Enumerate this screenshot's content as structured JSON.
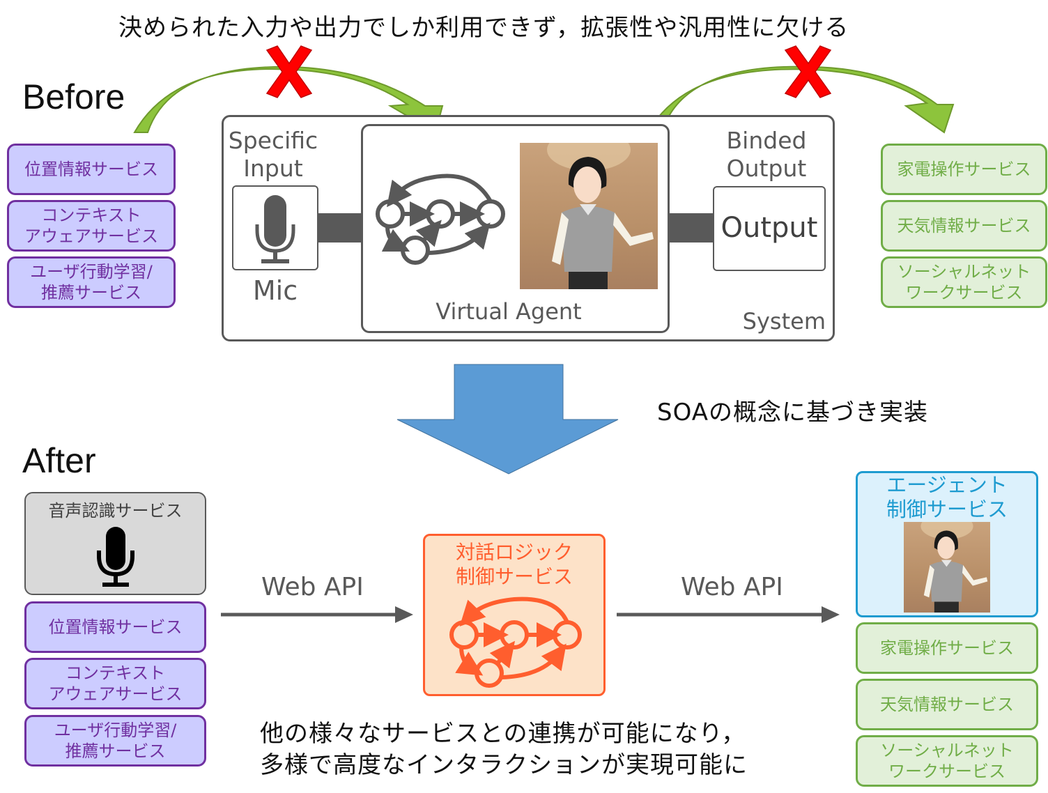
{
  "top_caption": "決められた入力や出力でしか利用できず，拡張性や汎用性に欠ける",
  "before": {
    "title": "Before",
    "input_services": [
      {
        "label": "位置情報サービス"
      },
      {
        "label": "コンテキスト\nアウェアサービス"
      },
      {
        "label": "ユーザ行動学習/\n推薦サービス"
      }
    ],
    "output_services": [
      {
        "label": "家電操作サービス"
      },
      {
        "label": "天気情報サービス"
      },
      {
        "label": "ソーシャルネット\nワークサービス"
      }
    ],
    "system": {
      "system_label": "System",
      "input_heading": "Specific\nInput",
      "input_device": "Mic",
      "agent_label": "Virtual Agent",
      "output_heading": "Binded\nOutput",
      "output_box": "Output"
    },
    "blocked_marker": "✕"
  },
  "transition": {
    "caption": "SOAの概念に基づき実装"
  },
  "after": {
    "title": "After",
    "input_services": [
      {
        "label": "音声認識サービス",
        "icon": "microphone-icon"
      },
      {
        "label": "位置情報サービス"
      },
      {
        "label": "コンテキスト\nアウェアサービス"
      },
      {
        "label": "ユーザ行動学習/\n推薦サービス"
      }
    ],
    "connector_left": "Web API",
    "connector_right": "Web API",
    "dialogue_service": "対話ロジック\n制御サービス",
    "agent_service": "エージェント\n制御サービス",
    "output_services": [
      {
        "label": "家電操作サービス"
      },
      {
        "label": "天気情報サービス"
      },
      {
        "label": "ソーシャルネット\nワークサービス"
      }
    ],
    "bottom_caption_line1": "他の様々なサービスとの連携が可能になり，",
    "bottom_caption_line2": "多様で高度なインタラクションが実現可能に"
  },
  "colors": {
    "purple_border": "#7030a0",
    "purple_fill": "#ccccff",
    "green_border": "#70ad47",
    "green_fill": "#e2f0d9",
    "orange": "#ff5e2e",
    "orange_fill": "#fde2c8",
    "blue_border": "#1e9bd0",
    "blue_fill": "#dcf1fc",
    "arrow_blue": "#5b9bd5",
    "cross_red": "#ff0000"
  }
}
